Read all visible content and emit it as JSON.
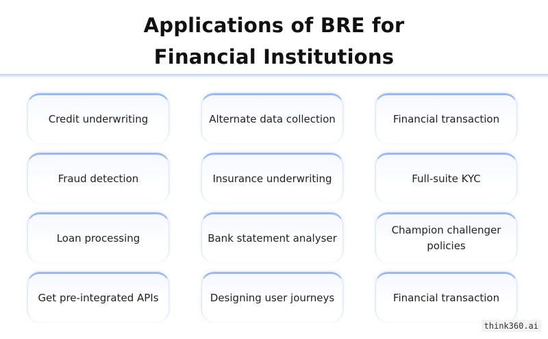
{
  "title": {
    "line1": "Applications of BRE for",
    "line2": "Financial Institutions"
  },
  "cards": [
    "Credit underwriting",
    "Alternate data collection",
    "Financial transaction",
    "Fraud detection",
    "Insurance underwriting",
    "Full-suite KYC",
    "Loan processing",
    "Bank statement analyser",
    "Champion challenger policies",
    "Get pre-integrated APIs",
    "Designing user journeys",
    "Financial transaction"
  ],
  "watermark": "think360.ai",
  "colors": {
    "title": "#111111",
    "card_border": "#9db8ef",
    "divider": "#b9cdf3"
  }
}
